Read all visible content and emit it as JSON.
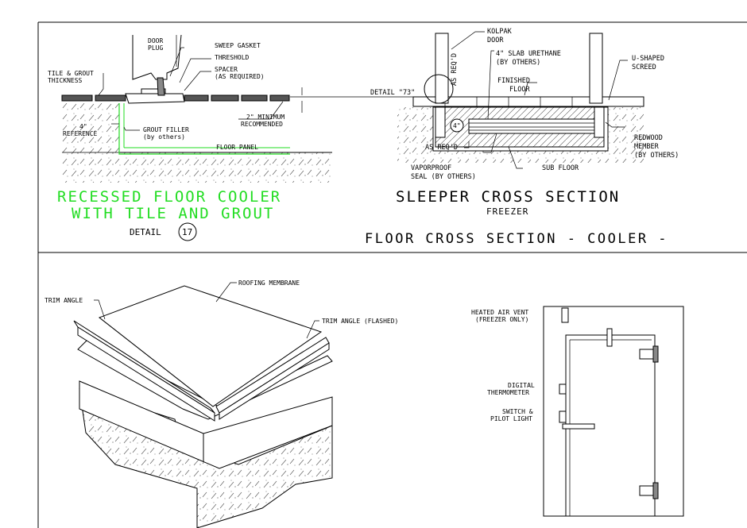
{
  "colors": {
    "accent_green": "#22dd22",
    "line": "#000000",
    "background": "#ffffff"
  },
  "recessed": {
    "labels": {
      "door_plug_1": "DOOR",
      "door_plug_2": "PLUG",
      "sweep_gasket": "SWEEP GASKET",
      "threshold": "THRESHOLD",
      "spacer_1": "SPACER",
      "spacer_2": "(AS REQUIRED)",
      "tile_grout_1": "TILE & GROUT",
      "tile_grout_2": "THICKNESS",
      "reference_1": "4\"",
      "reference_2": "REFERENCE",
      "grout_filler_1": "GROUT FILLER",
      "grout_filler_2": "(by others)",
      "min_1": "2\" MINIMUM",
      "min_2": "RECOMMENDED",
      "floor_panel": "FLOOR PANEL",
      "detail_ref": "DETAIL \"73\""
    },
    "title_1": "RECESSED FLOOR COOLER",
    "title_2": "WITH TILE AND GROUT",
    "detail_word": "DETAIL",
    "detail_number": "17"
  },
  "sleeper": {
    "labels": {
      "kolpak_1": "KOLPAK",
      "kolpak_2": "DOOR",
      "as_reqd_vert": "AS REQ'D",
      "slab_1": "4\" SLAB URETHANE",
      "slab_2": "(BY OTHERS)",
      "finished_1": "FINISHED",
      "finished_2": "FLOOR",
      "u_shaped_1": "U-SHAPED",
      "u_shaped_2": "SCREED",
      "four_inch": "4\"",
      "redwood_1": "REDWOOD",
      "redwood_2": "MEMBER",
      "redwood_3": "(BY OTHERS)",
      "as_reqd": "AS REQ'D",
      "vapor_1": "VAPORPROOF",
      "vapor_2": "SEAL (BY OTHERS)",
      "sub_floor": "SUB FLOOR"
    },
    "title": "SLEEPER CROSS SECTION",
    "subtitle": "FREEZER"
  },
  "floor_section_title": "FLOOR CROSS SECTION - COOLER -",
  "roof": {
    "roofing_membrane": "ROOFING MEMBRANE",
    "trim_angle": "TRIM ANGLE",
    "trim_angle_flashed": "TRIM ANGLE (FLASHED)"
  },
  "door": {
    "heated_vent_1": "HEATED AIR VENT",
    "heated_vent_2": "(FREEZER ONLY)",
    "digital_1": "DIGITAL",
    "digital_2": "THERMOMETER",
    "switch_1": "SWITCH &",
    "switch_2": "PILOT LIGHT"
  }
}
